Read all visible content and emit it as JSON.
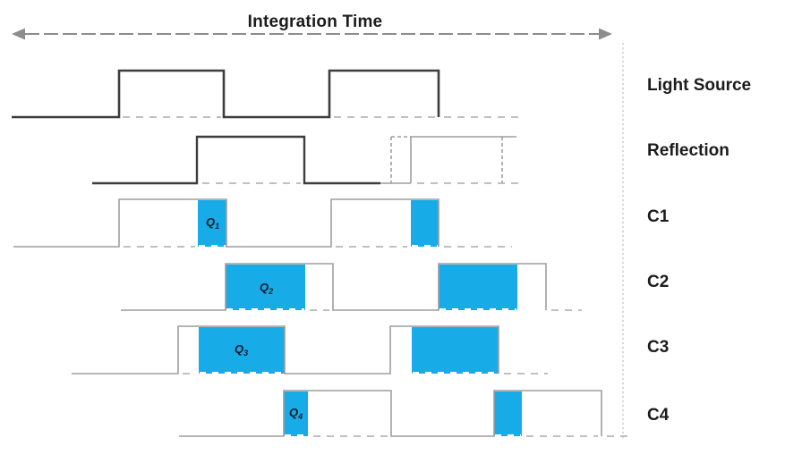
{
  "title": "Integration Time",
  "rows": [
    {
      "label": "Light Source"
    },
    {
      "label": "Reflection"
    },
    {
      "label": "C1",
      "charge_label": "Q",
      "charge_sub": "1"
    },
    {
      "label": "C2",
      "charge_label": "Q",
      "charge_sub": "2"
    },
    {
      "label": "C3",
      "charge_label": "Q",
      "charge_sub": "3"
    },
    {
      "label": "C4",
      "charge_label": "Q",
      "charge_sub": "4"
    }
  ],
  "colors": {
    "accent_blue": "#17ace8",
    "dark_line": "#3d3d3d",
    "gray_line": "#9e9e9e",
    "dash_gray": "#b8b8b8",
    "label_text": "#1c1c1c",
    "q_text": "#101826",
    "arrow_gray": "#8d8d8d",
    "separator_gray": "#c6c6c6"
  }
}
